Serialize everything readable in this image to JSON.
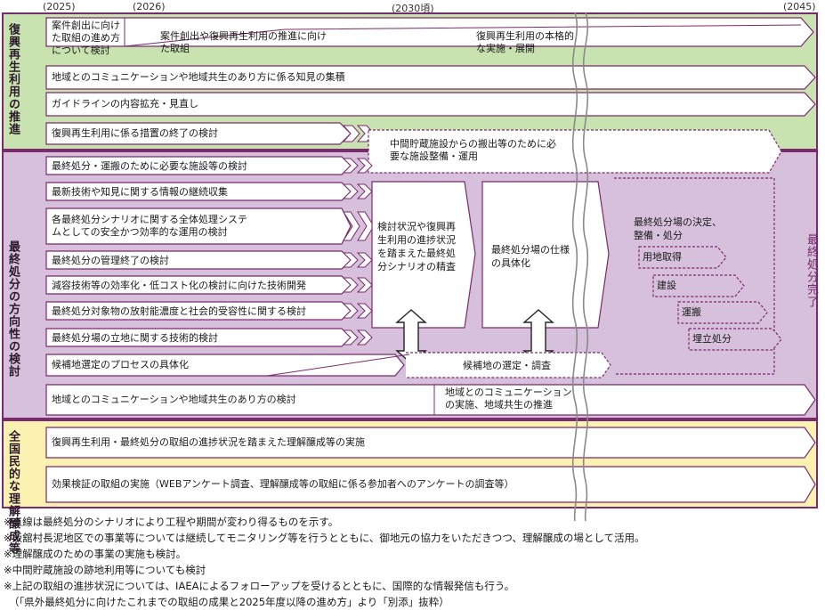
{
  "years": [
    "(2025)",
    "(2026)",
    "(2030頃)",
    "(2045)"
  ],
  "sections": {
    "reuse": "復興再生利用の推進",
    "final": "最終処分の方向性の検討",
    "public": "全国民的な理解醸成等"
  },
  "reuse_rows": {
    "r1a": "案件創出に向けた取組の進め方について検討",
    "r1b": "案件創出や復興再生利用の推進に向けた取組",
    "r1c": "復興再生利用の本格的な実施・展開",
    "r2": "地域とのコミュニケーションや地域共生のあり方に係る知見の集積",
    "r3": "ガイドラインの内容拡充・見直し",
    "r4": "復興再生利用に係る措置の終了の検討"
  },
  "final_rows": [
    "最終処分・運搬のために必要な施設等の検討",
    "最新技術や知見に関する情報の継続収集",
    "各最終処分シナリオに関する全体処理システムとしての安全かつ効率的な運用の検討",
    "最終処分の管理終了の検討",
    "減容技術等の効率化・低コスト化の検討に向けた技術開発",
    "最終処分対象物の放射能濃度と社会的受容性に関する検討",
    "最終処分場の立地に関する技術的検討"
  ],
  "final_boxes": {
    "interim": "中間貯蔵施設からの搬出等のために必要な施設整備・運用",
    "scenario": "検討状況や復興再生利用の進捗状況を踏まえた最終処分シナリオの精査",
    "spec": "最終処分場の仕様の具体化",
    "decide": "最終処分場の決定、整備・処分",
    "land": "用地取得",
    "build": "建設",
    "carry": "運搬",
    "landfill": "埋立処分",
    "complete": "最終処分完了",
    "candidate": "候補地選定のプロセスの具体化",
    "cand_sel": "候補地の選定・調査",
    "comm": "地域とのコミュニケーションや地域共生のあり方の検討",
    "comm_impl": "地域とのコミュニケーションの実施、地域共生の推進"
  },
  "public_rows": [
    "復興再生利用・最終処分の取組の進捗状況を踏まえた理解醸成等の実施",
    "効果検証の取組の実施（WEBアンケート調査、理解醸成等の取組に係る参加者へのアンケートの調査等）"
  ],
  "notes": [
    "※点線は最終処分のシナリオにより工程や期間が変わり得るものを示す。",
    "※飯舘村長泥地区での事業等については継続してモニタリング等を行うとともに、御地元の協力をいただきつつ、理解醸成の場として活用。",
    "※理解醸成のための事業の実施も検討。",
    "※中間貯蔵施設の跡地利用等についても検討",
    "※上記の取組の進捗状況については、IAEAによるフォローアップを受けるとともに、国際的な情報発信も行う。",
    "（「県外最終処分に向けたこれまでの取組の成果と2025年度以降の進め方」より「別添」抜粋）"
  ]
}
